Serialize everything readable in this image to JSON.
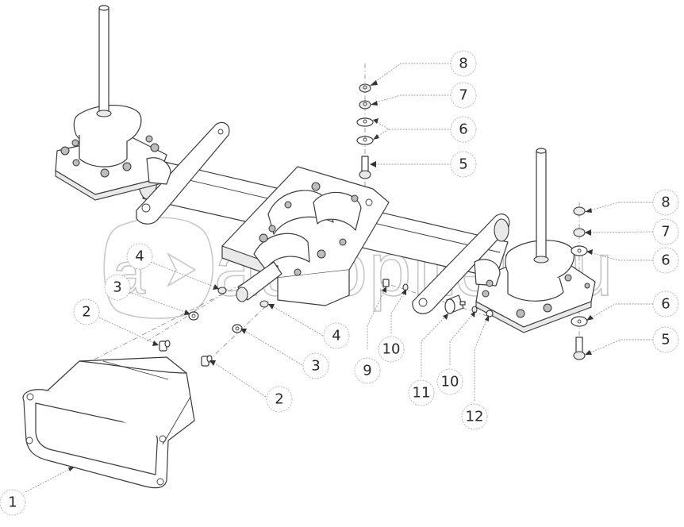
{
  "watermark": {
    "text": "autopiter.ru",
    "logo_letter": "a"
  },
  "diagram": {
    "title": "Exploded view — rear axle / gear housing assembly",
    "callouts": [
      {
        "id": "c1",
        "label": "1",
        "part": "housing-cover"
      },
      {
        "id": "c2a",
        "label": "2",
        "part": "bolt-left"
      },
      {
        "id": "c2b",
        "label": "2",
        "part": "bolt-right"
      },
      {
        "id": "c3a",
        "label": "3",
        "part": "washer-left"
      },
      {
        "id": "c3b",
        "label": "3",
        "part": "washer-right"
      },
      {
        "id": "c4a",
        "label": "4",
        "part": "nut-left"
      },
      {
        "id": "c4b",
        "label": "4",
        "part": "nut-right"
      },
      {
        "id": "c5a",
        "label": "5",
        "part": "bolt-top"
      },
      {
        "id": "c5b",
        "label": "5",
        "part": "bolt-right-lower"
      },
      {
        "id": "c6a",
        "label": "6",
        "part": "washers-top"
      },
      {
        "id": "c6b",
        "label": "6",
        "part": "washer-right-upper"
      },
      {
        "id": "c6c",
        "label": "6",
        "part": "washer-right-lower"
      },
      {
        "id": "c7a",
        "label": "7",
        "part": "lock-nut-top"
      },
      {
        "id": "c7b",
        "label": "7",
        "part": "lock-nut-right"
      },
      {
        "id": "c8a",
        "label": "8",
        "part": "nut-top"
      },
      {
        "id": "c8b",
        "label": "8",
        "part": "nut-right"
      },
      {
        "id": "c9",
        "label": "9",
        "part": "screw"
      },
      {
        "id": "c10a",
        "label": "10",
        "part": "spring-washer-a"
      },
      {
        "id": "c10b",
        "label": "10",
        "part": "spring-washer-b"
      },
      {
        "id": "c11",
        "label": "11",
        "part": "rubber-buffer"
      },
      {
        "id": "c12",
        "label": "12",
        "part": "nut-small"
      }
    ]
  },
  "colors": {
    "line": "#3a3a3a",
    "leader": "#9a9a9a",
    "watermark": "#c9c9c9",
    "background": "#ffffff"
  }
}
